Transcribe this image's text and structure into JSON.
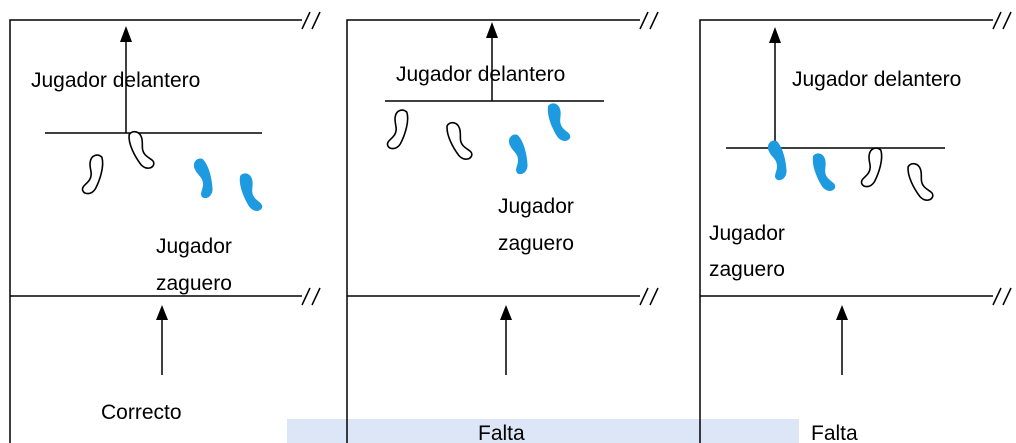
{
  "colors": {
    "back_player": "#1e9be0",
    "front_player": "#ffffff",
    "ink": "#000000",
    "highlight": "#dde6f7"
  },
  "panels": [
    {
      "front_label": "Jugador delantero",
      "back_label_line1": "Jugador",
      "back_label_line2": "zaguero",
      "verdict": "Correcto"
    },
    {
      "front_label": "Jugador delantero",
      "back_label_line1": "Jugador",
      "back_label_line2": "zaguero",
      "verdict": "Falta"
    },
    {
      "front_label": "Jugador delantero",
      "back_label_line1": "Jugador",
      "back_label_line2": "zaguero",
      "verdict": "Falta"
    }
  ]
}
